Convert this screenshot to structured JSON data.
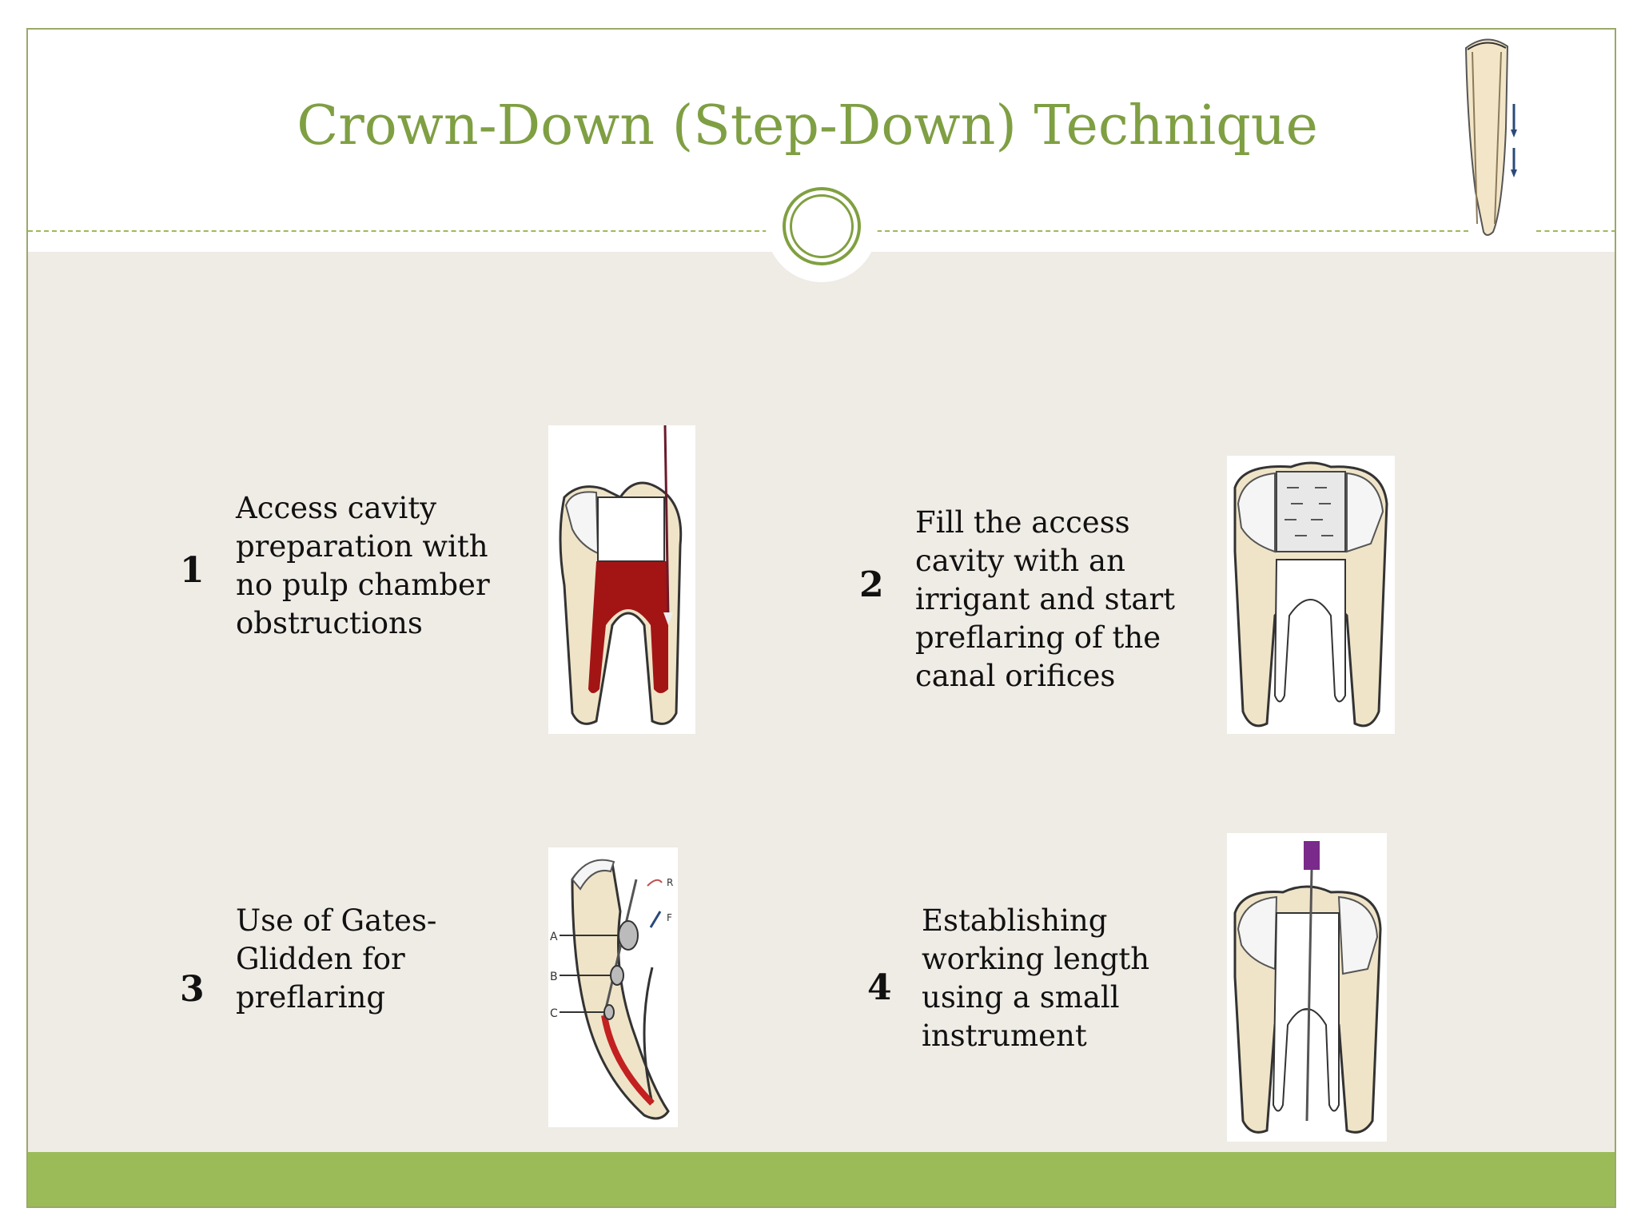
{
  "title": "Crown-Down (Step-Down) Technique",
  "steps": [
    {
      "number": "1",
      "text": "Access cavity\npreparation with\nno pulp chamber\nobstructions"
    },
    {
      "number": "2",
      "text": "Fill the access\ncavity with an\nirrigant and start\npreflaring of the\ncanal orifices"
    },
    {
      "number": "3",
      "text": "Use of Gates-\nGlidden for\npreflaring"
    },
    {
      "number": "4",
      "text": "Establishing\nworking length\nusing a small\ninstrument"
    }
  ],
  "diagram_labels": {
    "a": "A",
    "b": "B",
    "c": "C",
    "r": "R",
    "f": "F"
  },
  "colors": {
    "accent": "#9bbb59",
    "title": "#7f9f43",
    "band": "#efebe5",
    "pulp": "#a31515",
    "dentin": "#efe4c8"
  }
}
